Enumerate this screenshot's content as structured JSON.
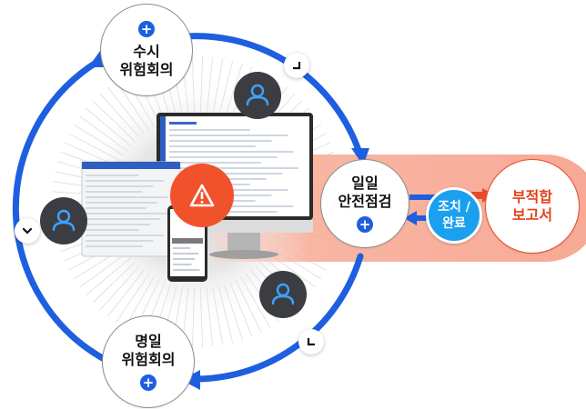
{
  "nodes": {
    "adhoc_meeting": {
      "line1": "수시",
      "line2": "위험회의",
      "icon": "plus-icon"
    },
    "daily_check": {
      "line1": "일일",
      "line2": "안전점검",
      "icon": "plus-icon"
    },
    "named_meeting": {
      "line1": "명일",
      "line2": "위험회의",
      "icon": "plus-icon"
    },
    "report": {
      "line1": "부적합",
      "line2": "보고서"
    }
  },
  "action_bubble": {
    "line1": "조치 /",
    "line2": "완료"
  },
  "icons": [
    "person-icon",
    "warning-icon",
    "chevron-down-icon",
    "corner-icon"
  ],
  "colors": {
    "cycle_blue": "#1e5fe0",
    "report_orange": "#e74c2a",
    "band_salmon": "#f6a38e",
    "action_blue": "#1aa0ef",
    "warning_red": "#f0522c",
    "person_dark": "#3b3d42"
  }
}
